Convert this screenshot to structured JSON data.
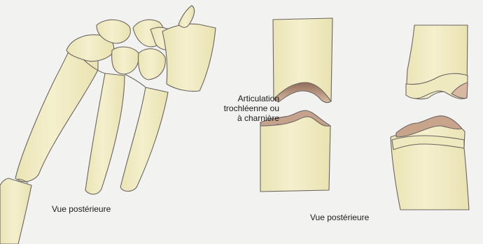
{
  "labels": {
    "left_view": "Vue postérieure",
    "right_view": "Vue postérieure",
    "joint_lines": [
      "Articulation",
      "trochléenne ou",
      "à charnière"
    ]
  },
  "colors": {
    "background": "#f2f2f0",
    "bone_fill": "#f0ecc4",
    "bone_shadow": "#e6dfae",
    "outline": "#6b6460",
    "cartilage": "#c8a890",
    "cartilage_dark": "#9f7c68"
  }
}
